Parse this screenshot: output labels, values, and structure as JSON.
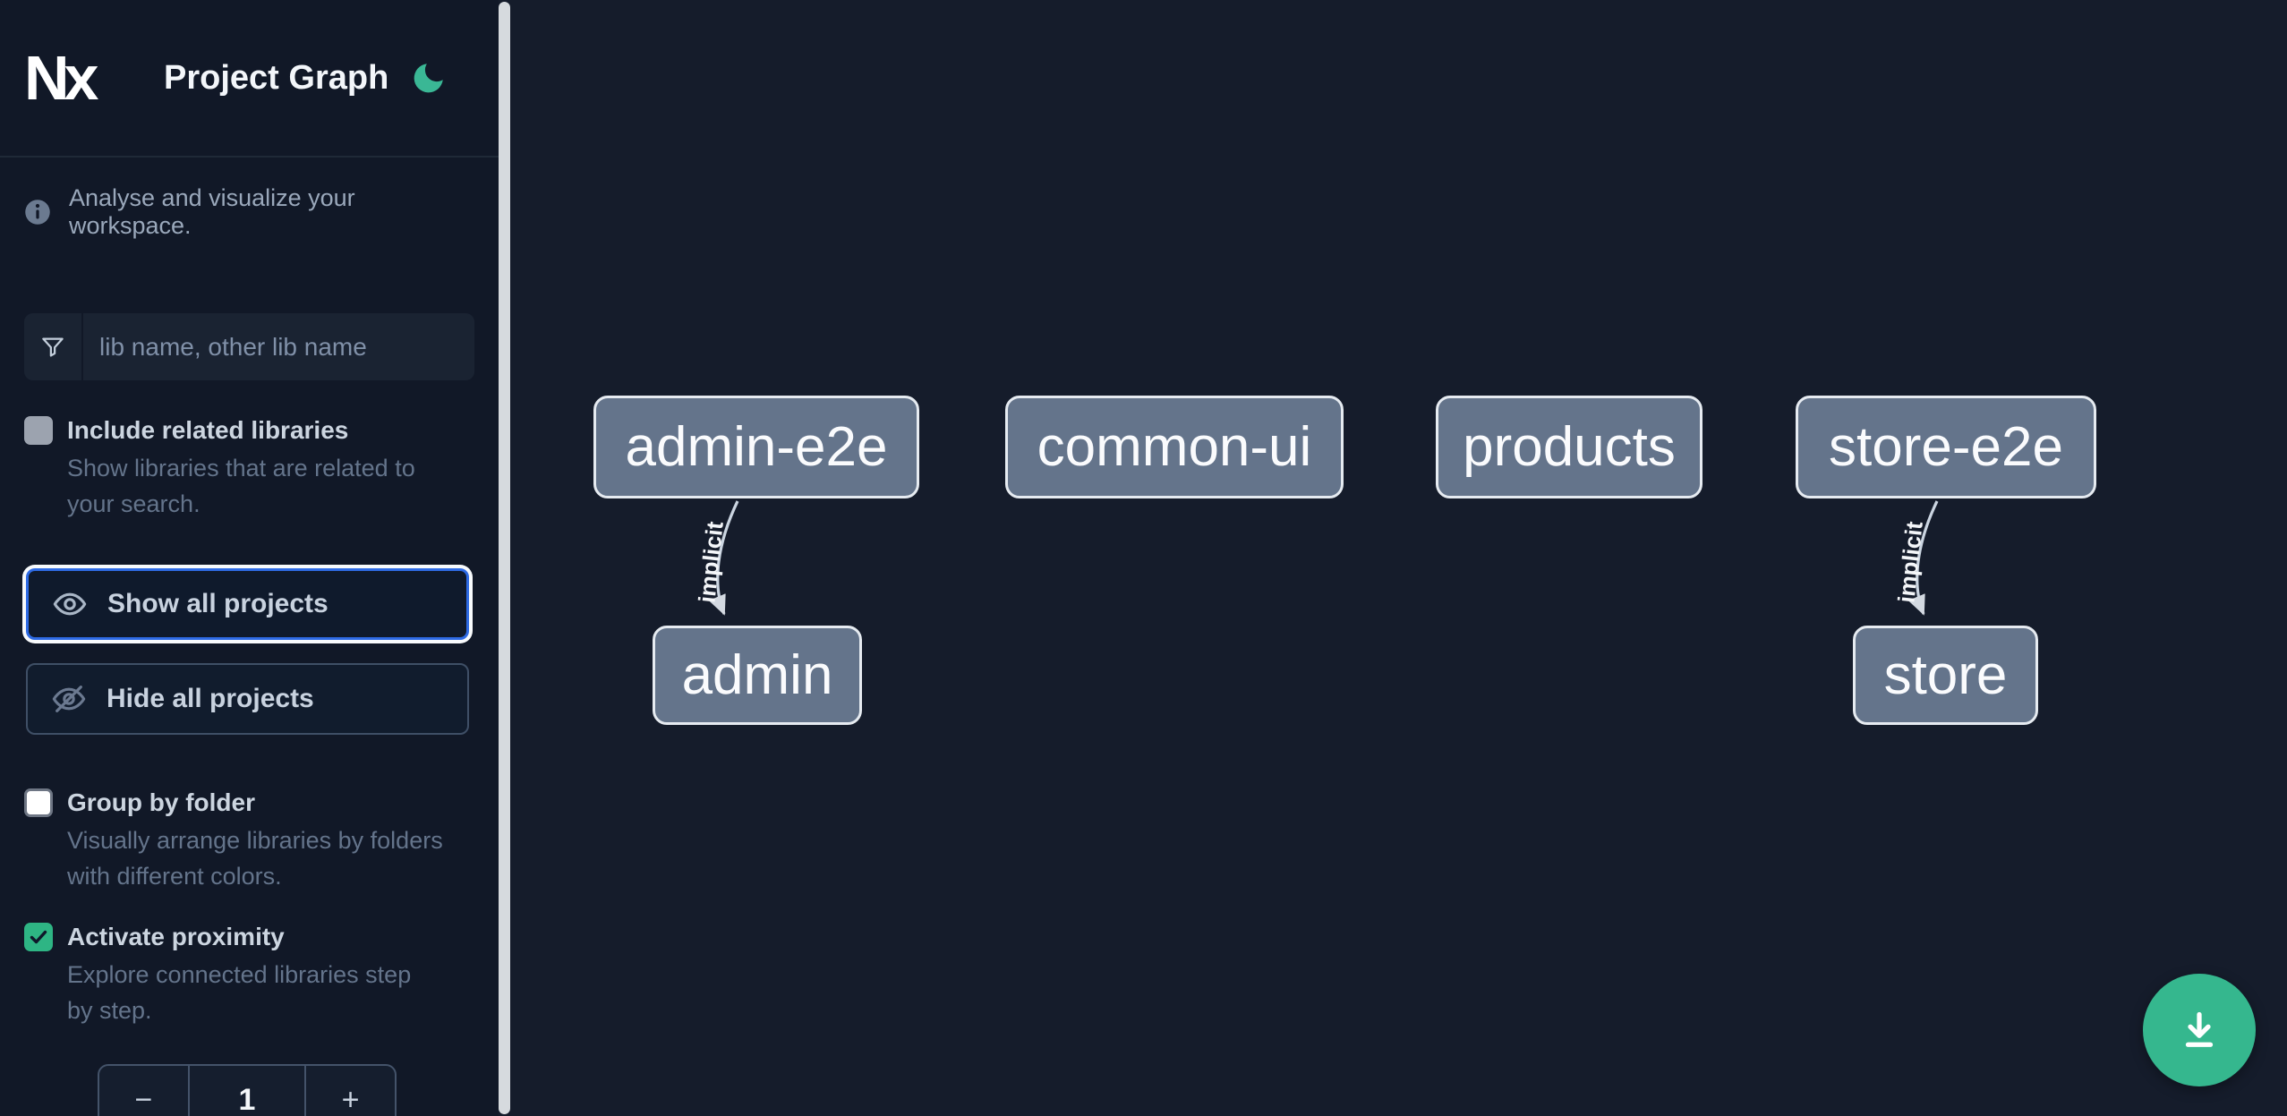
{
  "header": {
    "logo_text": "Nx",
    "title": "Project Graph"
  },
  "sidebar": {
    "info_text": "Analyse and visualize your workspace.",
    "search_placeholder": "lib name, other lib name",
    "options": {
      "include_related": {
        "label": "Include related libraries",
        "description": "Show libraries that are related to your search.",
        "checked": false
      },
      "group_by_folder": {
        "label": "Group by folder",
        "description": "Visually arrange libraries by folders with different colors.",
        "checked": false
      },
      "activate_proximity": {
        "label": "Activate proximity",
        "description": "Explore connected libraries step by step.",
        "checked": true
      }
    },
    "buttons": {
      "show_all": "Show all projects",
      "hide_all": "Hide all projects"
    },
    "stepper": {
      "decrement": "−",
      "value": "1",
      "increment": "+"
    }
  },
  "graph": {
    "nodes": [
      {
        "label": "admin-e2e"
      },
      {
        "label": "common-ui"
      },
      {
        "label": "products"
      },
      {
        "label": "store-e2e"
      },
      {
        "label": "admin"
      },
      {
        "label": "store"
      }
    ],
    "edges": [
      {
        "from": "admin-e2e",
        "to": "admin",
        "label": "implicit"
      },
      {
        "from": "store-e2e",
        "to": "store",
        "label": "implicit"
      }
    ]
  },
  "colors": {
    "accent_green": "#2eb584",
    "focus_blue": "#2e6be5",
    "node_fill": "#64748b",
    "sidebar_bg": "#111827",
    "canvas_bg": "#151c2b"
  }
}
